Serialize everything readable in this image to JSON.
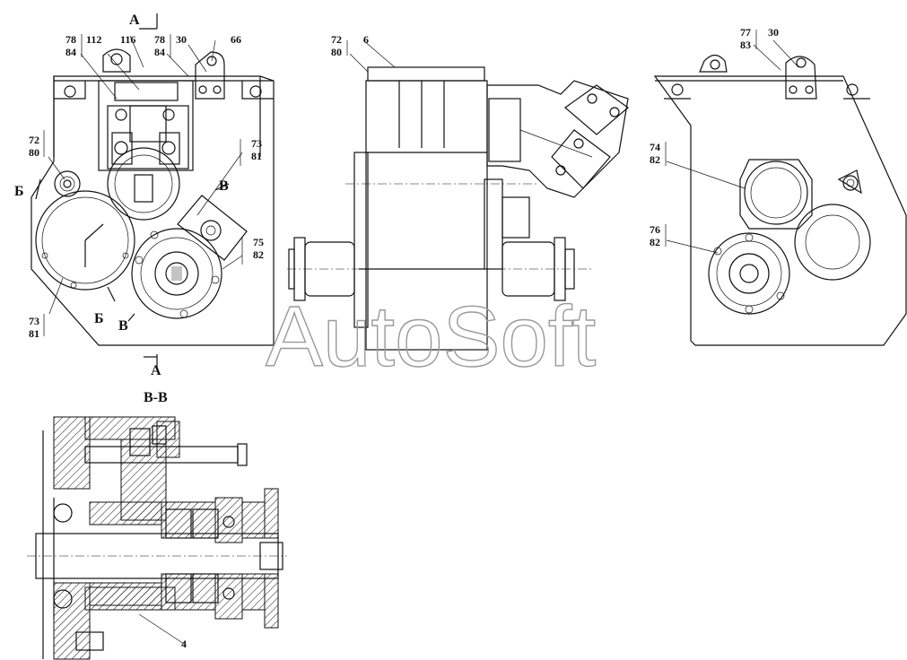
{
  "watermark": "AutoSoft",
  "section_title": "В-В",
  "markers": {
    "a": "А",
    "b": "Б",
    "v": "В"
  },
  "callouts": {
    "c78_84_a": [
      "78",
      "84"
    ],
    "c112": "112",
    "c116": "116",
    "c78_84_b": [
      "78",
      "84"
    ],
    "c30_a": "30",
    "c66": "66",
    "c72_80_a": [
      "72",
      "80"
    ],
    "c73_81_a": [
      "73",
      "81"
    ],
    "c75_82": [
      "75",
      "82"
    ],
    "c73_81_b": [
      "73",
      "81"
    ],
    "c72_80_b": [
      "72",
      "80"
    ],
    "c6": "6",
    "c77_83": [
      "77",
      "83"
    ],
    "c30_b": "30",
    "c74_82": [
      "74",
      "82"
    ],
    "c76_82": [
      "76",
      "82"
    ],
    "c4": "4"
  }
}
